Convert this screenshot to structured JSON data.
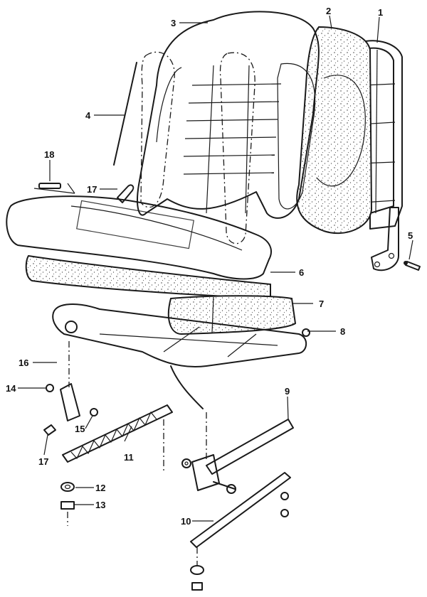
{
  "callouts": {
    "c1": "1",
    "c2": "2",
    "c3": "3",
    "c4": "4",
    "c5": "5",
    "c6": "6",
    "c7": "7",
    "c8": "8",
    "c9": "9",
    "c10": "10",
    "c11": "11",
    "c12": "12",
    "c13": "13",
    "c14": "14",
    "c15": "15",
    "c16": "16",
    "c17a": "17",
    "c17b": "17",
    "c18": "18"
  }
}
